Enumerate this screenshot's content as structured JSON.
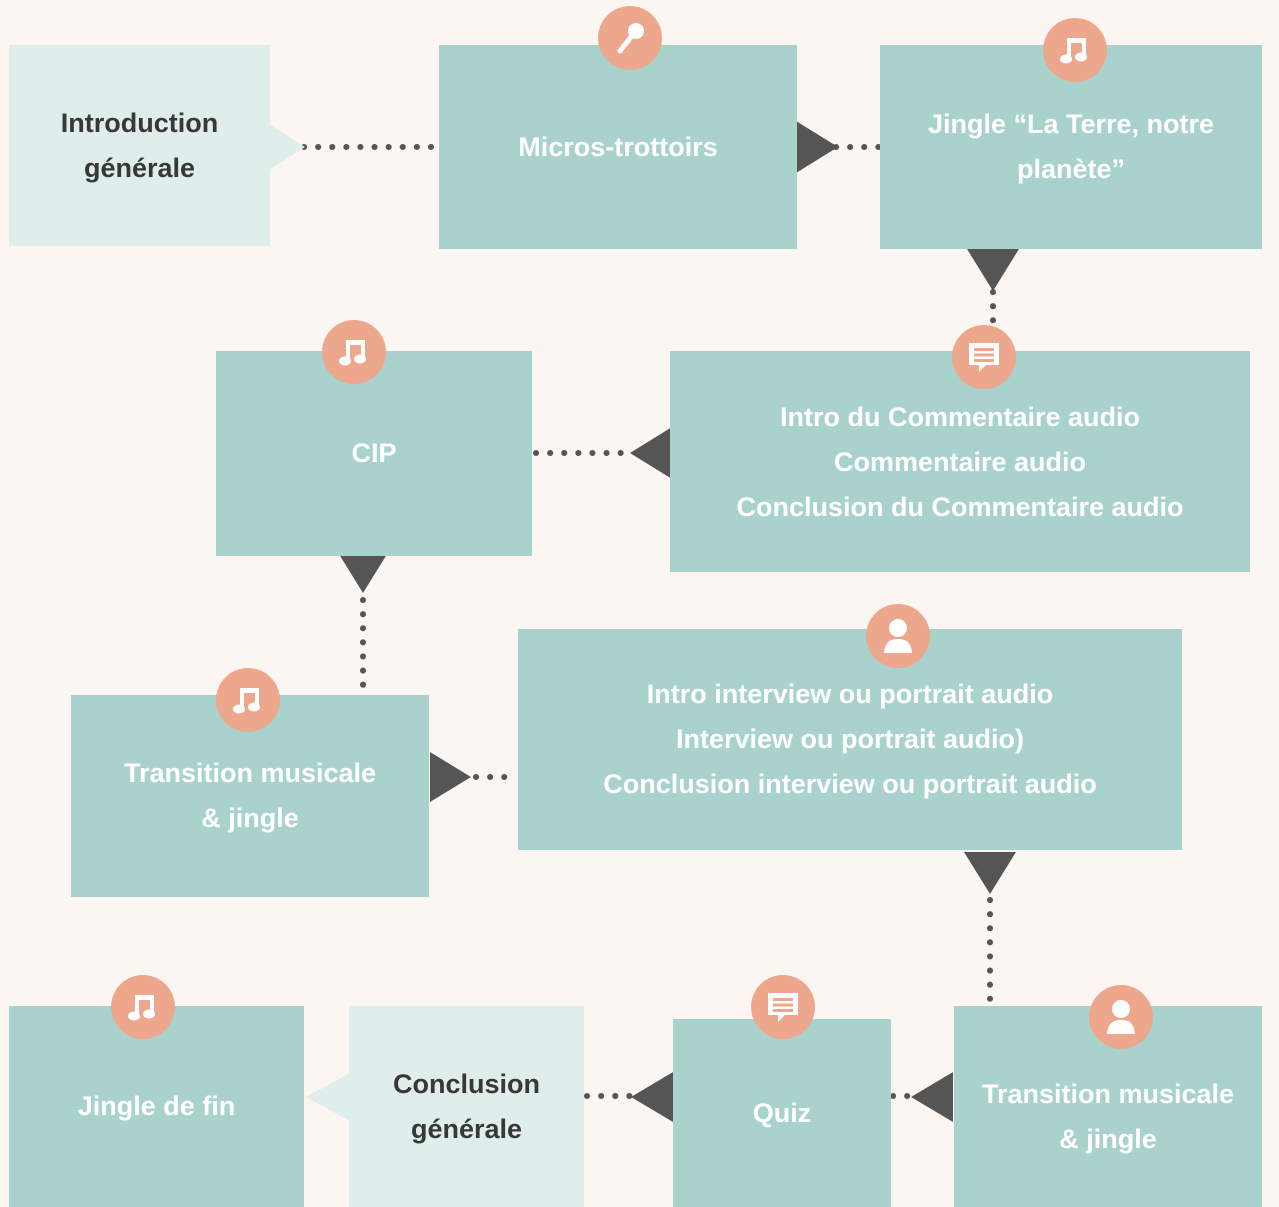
{
  "colors": {
    "box": "#a9d2cd",
    "box_light": "#dfedeb",
    "icon": "#eda78c",
    "connector": "#555555",
    "background": "#fcf6f3"
  },
  "boxes": {
    "intro_generale": [
      "Introduction",
      "générale"
    ],
    "micros_trottoirs": [
      "Micros-trottoirs"
    ],
    "jingle_terre": [
      "Jingle  “La Terre, notre",
      "planète”"
    ],
    "commentaire": [
      "Intro du Commentaire audio",
      "Commentaire audio",
      "Conclusion du Commentaire audio"
    ],
    "cip": [
      "CIP"
    ],
    "interview": [
      "Intro interview ou portrait audio",
      "Interview ou portrait audio)",
      "Conclusion interview ou portrait audio"
    ],
    "transition_1": [
      "Transition musicale",
      "& jingle"
    ],
    "transition_2": [
      "Transition musicale",
      "& jingle"
    ],
    "quiz": [
      "Quiz"
    ],
    "conclusion_generale": [
      "Conclusion",
      "générale"
    ],
    "jingle_fin": [
      "Jingle de fin"
    ]
  },
  "icons": {
    "micros_trottoirs": "microphone-icon",
    "jingle_terre": "music-note-icon",
    "commentaire": "speech-bubble-icon",
    "cip": "music-note-icon",
    "interview": "person-icon",
    "transition_1": "music-note-icon",
    "transition_2": "person-icon",
    "quiz": "speech-bubble-icon",
    "jingle_fin": "music-note-icon"
  }
}
